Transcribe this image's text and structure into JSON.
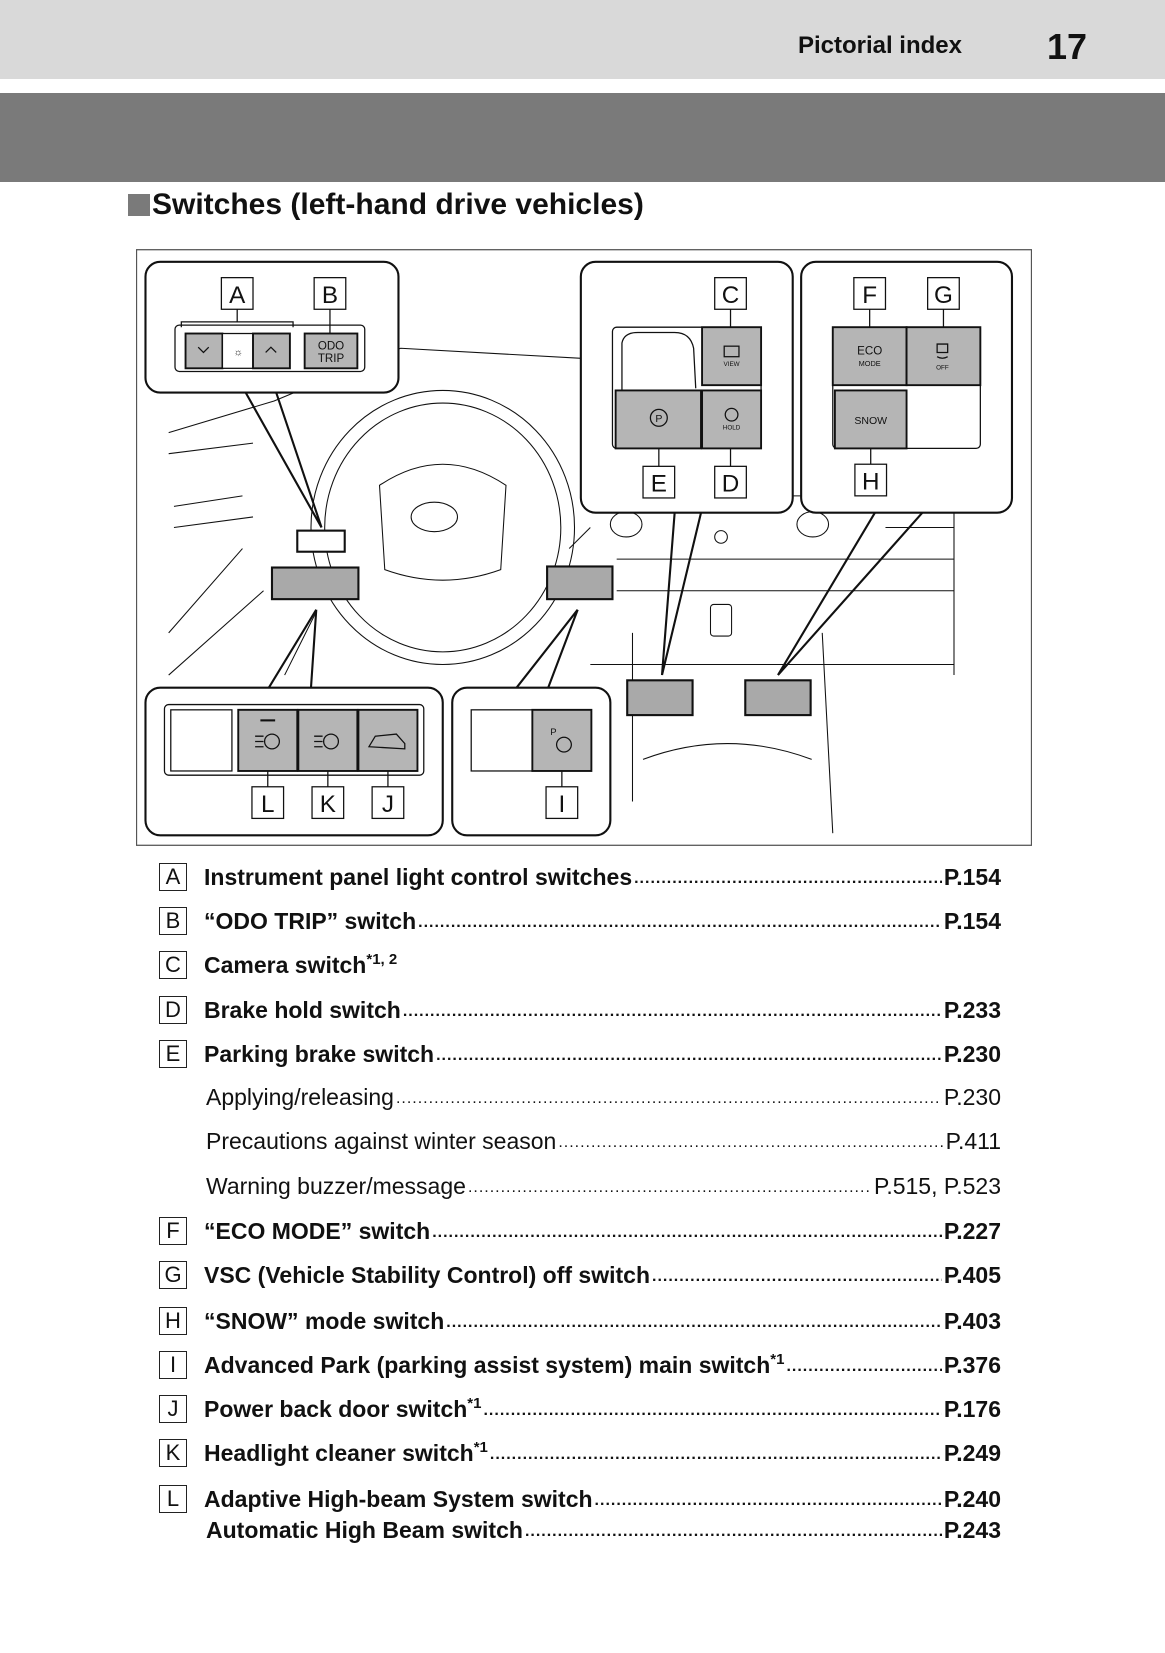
{
  "header": {
    "section": "Pictorial index",
    "page_number": "17"
  },
  "title": "Switches (left-hand drive vehicles)",
  "diagram": {
    "labels": [
      "A",
      "B",
      "C",
      "D",
      "E",
      "F",
      "G",
      "H",
      "I",
      "J",
      "K",
      "L"
    ],
    "buttons": {
      "odo": "ODO",
      "trip": "TRIP",
      "view": "VIEW",
      "hold": "HOLD",
      "eco": "ECO",
      "mode": "MODE",
      "off": "OFF",
      "snow": "SNOW",
      "park": "P"
    }
  },
  "items": [
    {
      "key": "A",
      "text": "Instrument panel light control switches",
      "sup": "",
      "page": "P.154",
      "bold": true
    },
    {
      "key": "B",
      "text": "“ODO TRIP” switch",
      "sup": "",
      "page": "P.154",
      "bold": true
    },
    {
      "key": "C",
      "text": "Camera switch",
      "sup": "*1, 2",
      "page": "",
      "bold": true
    },
    {
      "key": "D",
      "text": "Brake hold switch",
      "sup": "",
      "page": "P.233",
      "bold": true
    },
    {
      "key": "E",
      "text": "Parking brake switch",
      "sup": "",
      "page": "P.230",
      "bold": true
    },
    {
      "key": "",
      "text": "Applying/releasing",
      "sup": "",
      "page": "P.230",
      "bold": false
    },
    {
      "key": "",
      "text": "Precautions against winter season",
      "sup": "",
      "page": "P.411",
      "bold": false
    },
    {
      "key": "",
      "text": "Warning buzzer/message",
      "sup": "",
      "page": "P.515, P.523",
      "bold": false
    },
    {
      "key": "F",
      "text": "“ECO MODE” switch",
      "sup": "",
      "page": "P.227",
      "bold": true
    },
    {
      "key": "G",
      "text": "VSC (Vehicle Stability Control) off switch",
      "sup": "",
      "page": "P.405",
      "bold": true
    },
    {
      "key": "H",
      "text": "“SNOW” mode switch",
      "sup": "",
      "page": "P.403",
      "bold": true
    },
    {
      "key": "I",
      "text": "Advanced Park (parking assist system) main switch",
      "sup": "*1",
      "page": "P.376",
      "bold": true
    },
    {
      "key": "J",
      "text": "Power back door switch",
      "sup": "*1",
      "page": "P.176",
      "bold": true
    },
    {
      "key": "K",
      "text": "Headlight cleaner switch",
      "sup": "*1",
      "page": "P.249",
      "bold": true
    },
    {
      "key": "L",
      "text": "Adaptive High-beam System switch",
      "sup": "",
      "page": "P.240",
      "bold": true
    },
    {
      "key": "",
      "text": "Automatic High Beam switch",
      "sup": "",
      "page": "P.243",
      "bold": true
    }
  ]
}
